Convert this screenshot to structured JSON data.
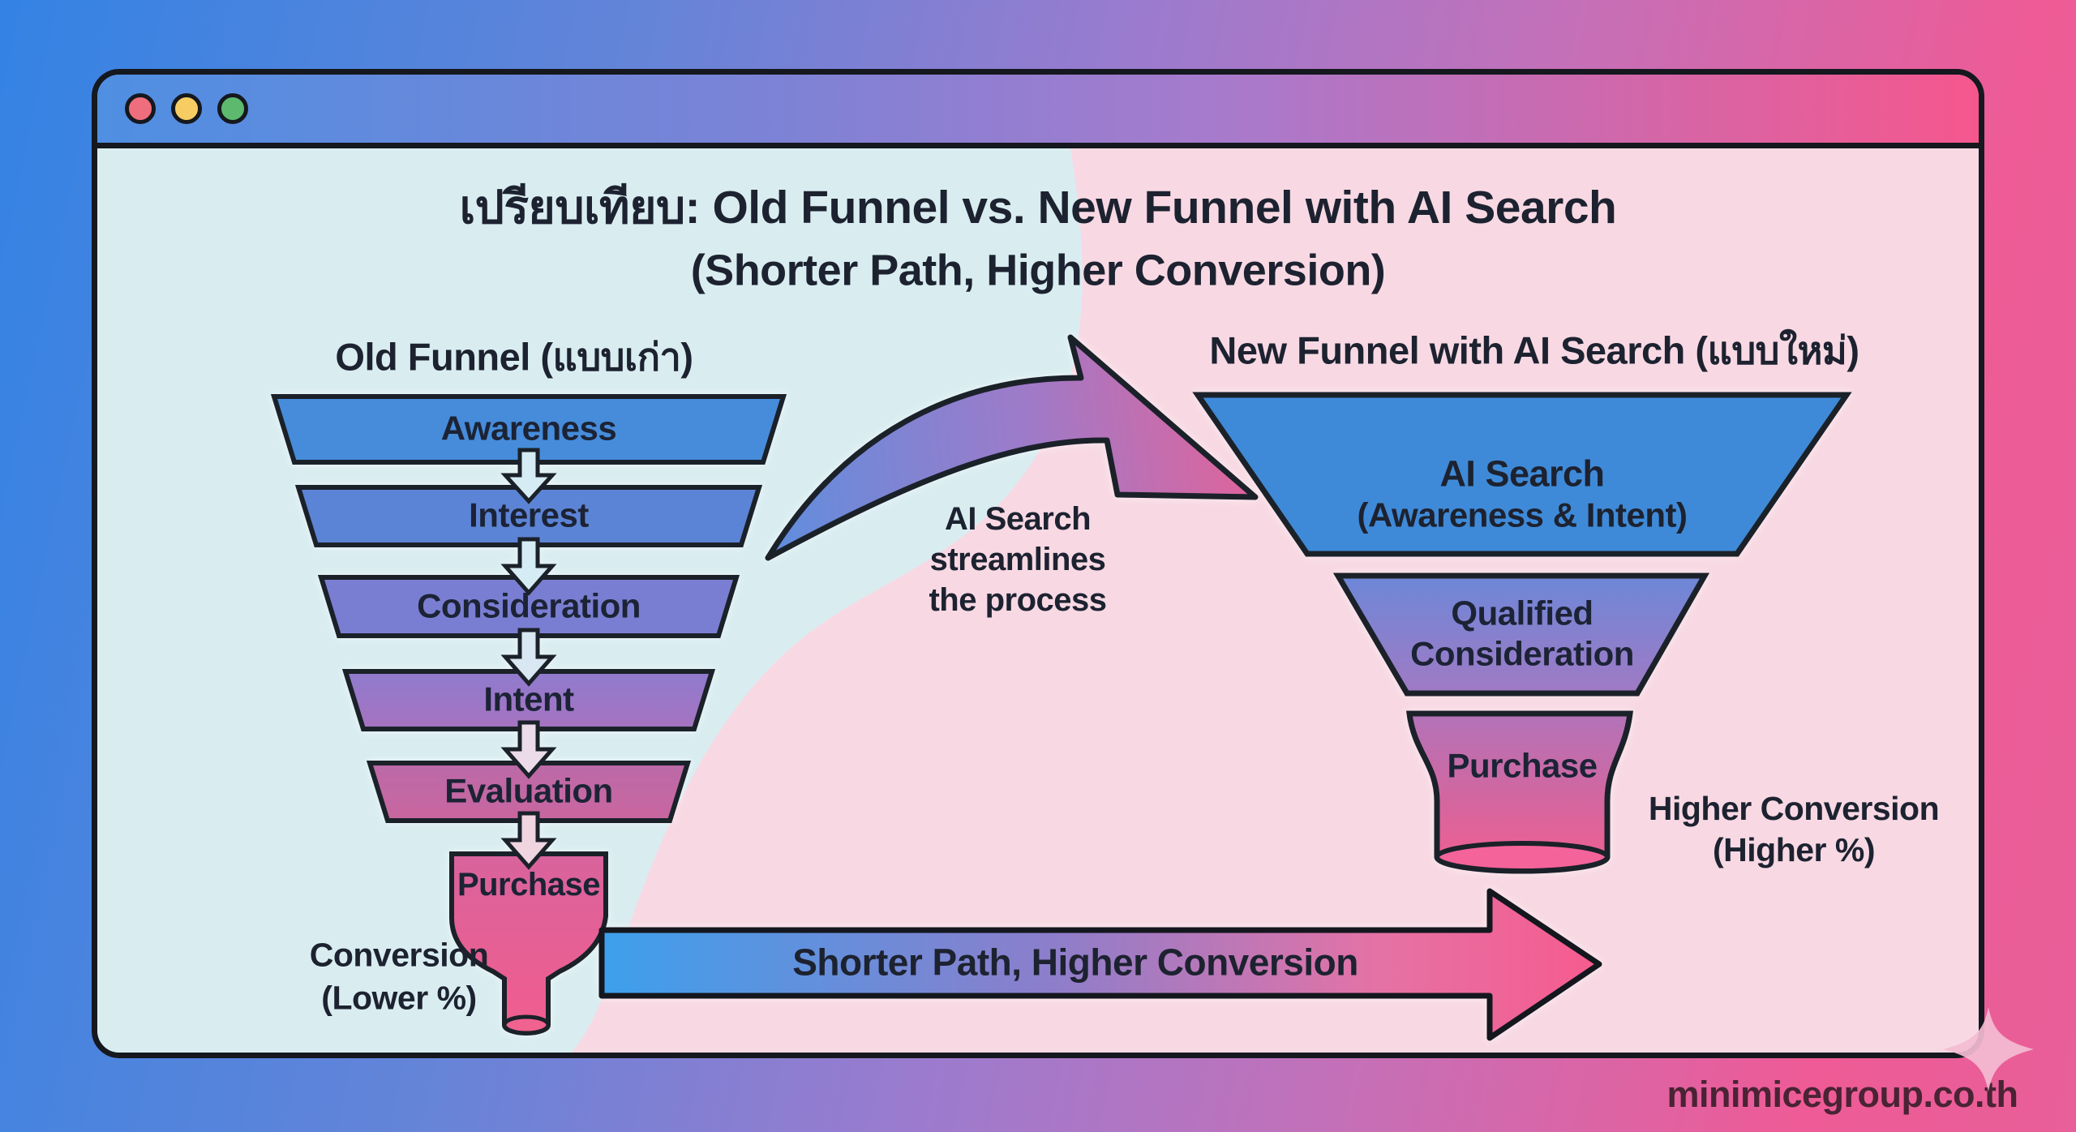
{
  "window": {
    "controls": [
      {
        "name": "close",
        "color": "#ef6e7e"
      },
      {
        "name": "minimize",
        "color": "#f7cd63"
      },
      {
        "name": "maximize",
        "color": "#5db96e"
      }
    ]
  },
  "title": {
    "line1": "เปรียบเทียบ: Old Funnel  vs. New Funnel with AI Search",
    "line2": "(Shorter Path, Higher Conversion)"
  },
  "old_funnel": {
    "heading": "Old Funnel (แบบเก่า)",
    "stages": [
      {
        "label": "Awareness",
        "color": "#468cdb"
      },
      {
        "label": "Interest",
        "color": "#5c84d6"
      },
      {
        "label": "Consideration",
        "color": "#7a7ed2"
      },
      {
        "label": "Intent",
        "color": "#9877c8"
      },
      {
        "label": "Evaluation",
        "color": "#c0689f"
      },
      {
        "label": "Purchase",
        "color": "#e0609a"
      }
    ],
    "outcome": {
      "line1": "Conversion",
      "line2": "(Lower %)"
    }
  },
  "transition_arrow": {
    "line1": "AI Search",
    "line2": "streamlines",
    "line3": "the process"
  },
  "new_funnel": {
    "heading": "New Funnel with AI Search (แบบใหม่)",
    "stages": [
      {
        "line1": "AI Search",
        "line2": "(Awareness & Intent)",
        "color": "#3f8ad8"
      },
      {
        "line1": "Qualified",
        "line2": "Consideration",
        "color": "#8a81cc"
      },
      {
        "line1": "Purchase",
        "line2": "",
        "color": "#d06aa4"
      }
    ],
    "outcome": {
      "line1": "Higher Conversion",
      "line2": "(Higher %)"
    }
  },
  "bottom_arrow": {
    "label": "Shorter Path, Higher Conversion"
  },
  "footer": {
    "website": "minimicegroup.co.th"
  },
  "colors": {
    "background_left": "#d9edf1",
    "background_right": "#f8d9e3",
    "outline": "#1b2129",
    "titlebar_left": "#4f8fe2",
    "titlebar_right": "#f5578d",
    "gradient_blue": "#3da0ec",
    "gradient_pink": "#f65b8e"
  }
}
